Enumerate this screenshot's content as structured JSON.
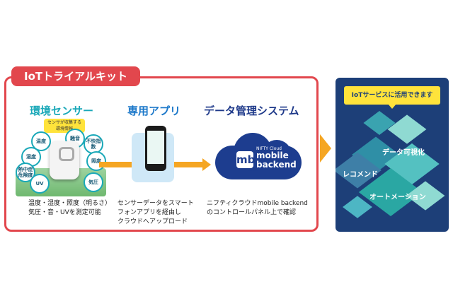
{
  "kit": {
    "tab_label": "IoTトライアルキット",
    "columns": [
      {
        "title": "環境センサー",
        "description": [
          "温度・湿度・照度（明るさ）",
          "気圧・音・UVを測定可能"
        ]
      },
      {
        "title": "専用アプリ",
        "description": [
          "センサーデータをスマート",
          "フォンアプリを経由し",
          "クラウドへアップロード"
        ]
      },
      {
        "title": "データ管理システム",
        "description": [
          "ニフティクラウドmobile backend",
          "のコントロールパネル上で確認"
        ]
      }
    ],
    "sensor": {
      "tag": [
        "センサが収集する",
        "環境情報"
      ],
      "bubbles": [
        "温度",
        "騒音",
        "不快指数",
        "湿度",
        "熱中症危険度",
        "照度",
        "UV",
        "気圧"
      ]
    },
    "cloud": {
      "icon_text": "mb",
      "brand": "NIFTY Cloud",
      "name": [
        "mobile",
        "backend"
      ]
    }
  },
  "services": {
    "banner": "IoTサービスに活用できます",
    "items": [
      "データ可視化",
      "レコメンド",
      "オートメーション"
    ]
  },
  "colors": {
    "kit_red": "#e2474d",
    "arrow_orange": "#f5a623",
    "panel_navy": "#1d3f78",
    "banner_yellow": "#ffe33b"
  }
}
